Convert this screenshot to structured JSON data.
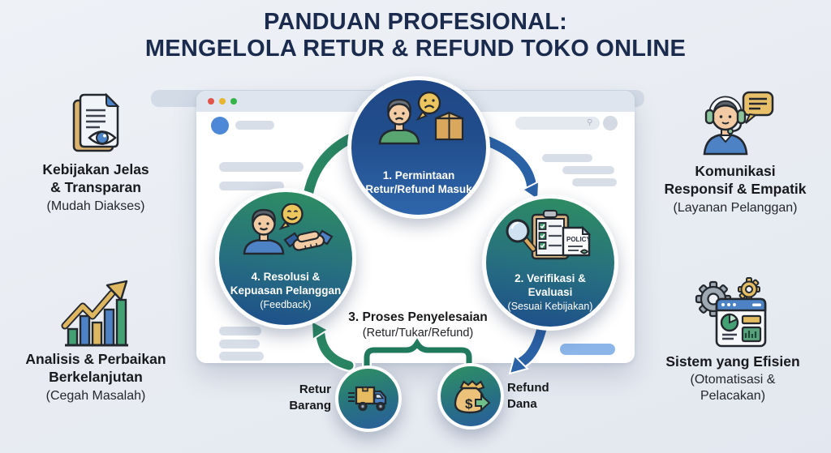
{
  "title": {
    "line1": "PANDUAN PROFESIONAL:",
    "line2": "MENGELOLA RETUR & REFUND TOKO ONLINE"
  },
  "corners": {
    "top_left": {
      "title_line1": "Kebijakan Jelas",
      "title_line2": "& Transparan",
      "note": "(Mudah Diakses)"
    },
    "top_right": {
      "title_line1": "Komunikasi",
      "title_line2": "Responsif & Empatik",
      "note": "(Layanan Pelanggan)"
    },
    "bottom_left": {
      "title_line1": "Analisis & Perbaikan",
      "title_line2": "Berkelanjutan",
      "note": "(Cegah Masalah)"
    },
    "bottom_right": {
      "title_line1": "Sistem yang Efisien",
      "note_line1": "(Otomatisasi &",
      "note_line2": "Pelacakan)"
    }
  },
  "flow": {
    "step1": {
      "line1": "1. Permintaan",
      "line2": "Retur/Refund Masuk"
    },
    "step2": {
      "line1": "2. Verifikasi &",
      "line2": "Evaluasi",
      "note": "(Sesuai Kebijakan)"
    },
    "step3": {
      "title": "3. Proses Penyelesaian",
      "note": "(Retur/Tukar/Refund)"
    },
    "step4": {
      "line1": "4. Resolusi &",
      "line2": "Kepuasan Pelanggan",
      "note": "(Feedback)"
    },
    "outcome_left": {
      "line1": "Retur",
      "line2": "Barang"
    },
    "outcome_right": {
      "line1": "Refund",
      "line2": "Dana"
    }
  },
  "icon_text": {
    "policy": "POLICY",
    "currency": "$"
  },
  "colors": {
    "background": "#e9edf3",
    "title_navy": "#1b2b4d",
    "flow_green": "#2a8562",
    "flow_blue": "#2b62a6",
    "circle_blue_top": "#1f4785",
    "circle_blue_bottom": "#2e66ab",
    "circle_green_top": "#2e8f60",
    "circle_green_bottom": "#1d4d8c",
    "accent_yellow": "#e0b761",
    "button_blue": "#8cb6ea"
  }
}
